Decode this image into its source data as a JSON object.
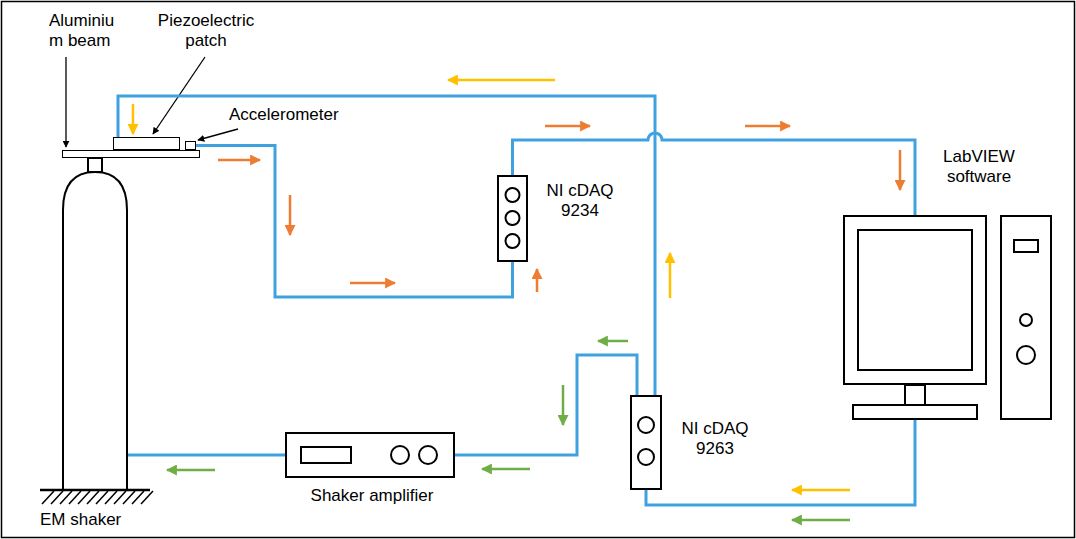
{
  "diagram": {
    "nodes": [
      {
        "text": [
          "Aluminiu m beam"
        ]
      },
      {
        "text": [
          "Piezoelectric patch"
        ]
      },
      {
        "text": [
          "Accelerometer"
        ]
      },
      {
        "text": [
          "NI cDAQ 9234"
        ]
      },
      {
        "text": [
          "LabVIEW software"
        ]
      },
      {
        "text": [
          "NI cDAQ 9263"
        ]
      },
      {
        "text": [
          "Shaker amplifier"
        ]
      },
      {
        "text": [
          "EM shaker"
        ]
      }
    ],
    "edges": [
      {
        "from": 2,
        "to": 3,
        "arrow": "none"
      },
      {
        "from": 3,
        "to": 4,
        "arrow": "none"
      },
      {
        "from": 4,
        "to": 5,
        "arrow": "none"
      },
      {
        "from": 5,
        "to": 6,
        "arrow": "none"
      },
      {
        "from": 6,
        "to": 7,
        "arrow": "none"
      },
      {
        "from": 5,
        "to": 1,
        "arrow": "none"
      }
    ]
  }
}
